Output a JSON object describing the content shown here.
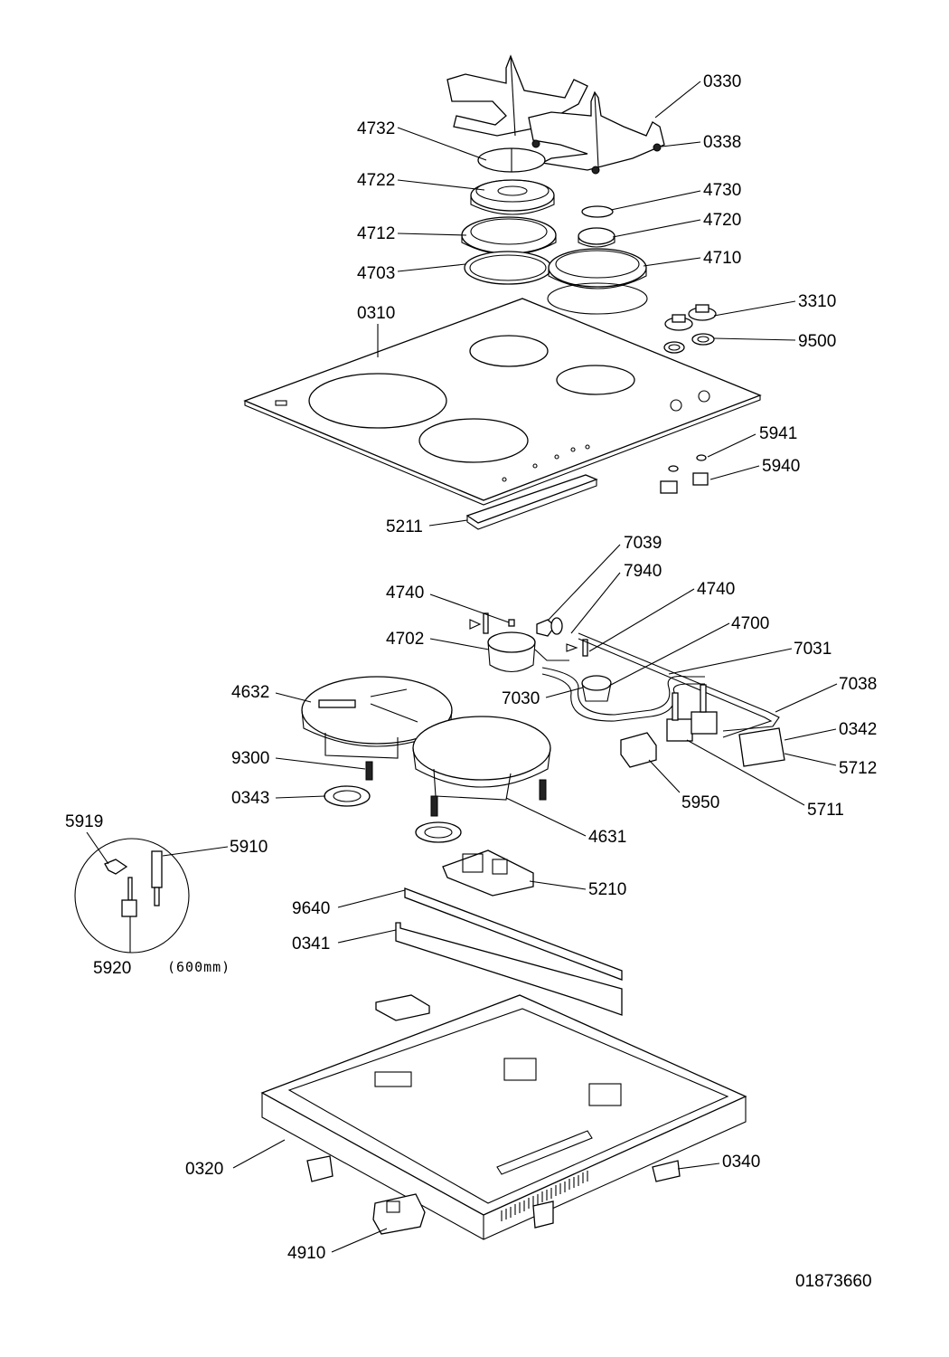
{
  "drawing_number": "01873660",
  "note": "(600mm)",
  "labels": {
    "p0330": "0330",
    "p4732": "4732",
    "p0338": "0338",
    "p4722": "4722",
    "p4730": "4730",
    "p4720": "4720",
    "p4712": "4712",
    "p4710": "4710",
    "p4703": "4703",
    "p3310": "3310",
    "p0310": "0310",
    "p9500": "9500",
    "p5941": "5941",
    "p5940": "5940",
    "p5211": "5211",
    "p7039": "7039",
    "p7940": "7940",
    "p4740a": "4740",
    "p4740b": "4740",
    "p4700": "4700",
    "p4702": "4702",
    "p7031": "7031",
    "p7038": "7038",
    "p4632": "4632",
    "p7030": "7030",
    "p0342": "0342",
    "p9300": "9300",
    "p5712": "5712",
    "p0343": "0343",
    "p5950": "5950",
    "p5711": "5711",
    "p5919": "5919",
    "p5910": "5910",
    "p4631": "4631",
    "p5210": "5210",
    "p9640": "9640",
    "p0341": "0341",
    "p5920": "5920",
    "p0320": "0320",
    "p0340": "0340",
    "p4910": "4910"
  }
}
